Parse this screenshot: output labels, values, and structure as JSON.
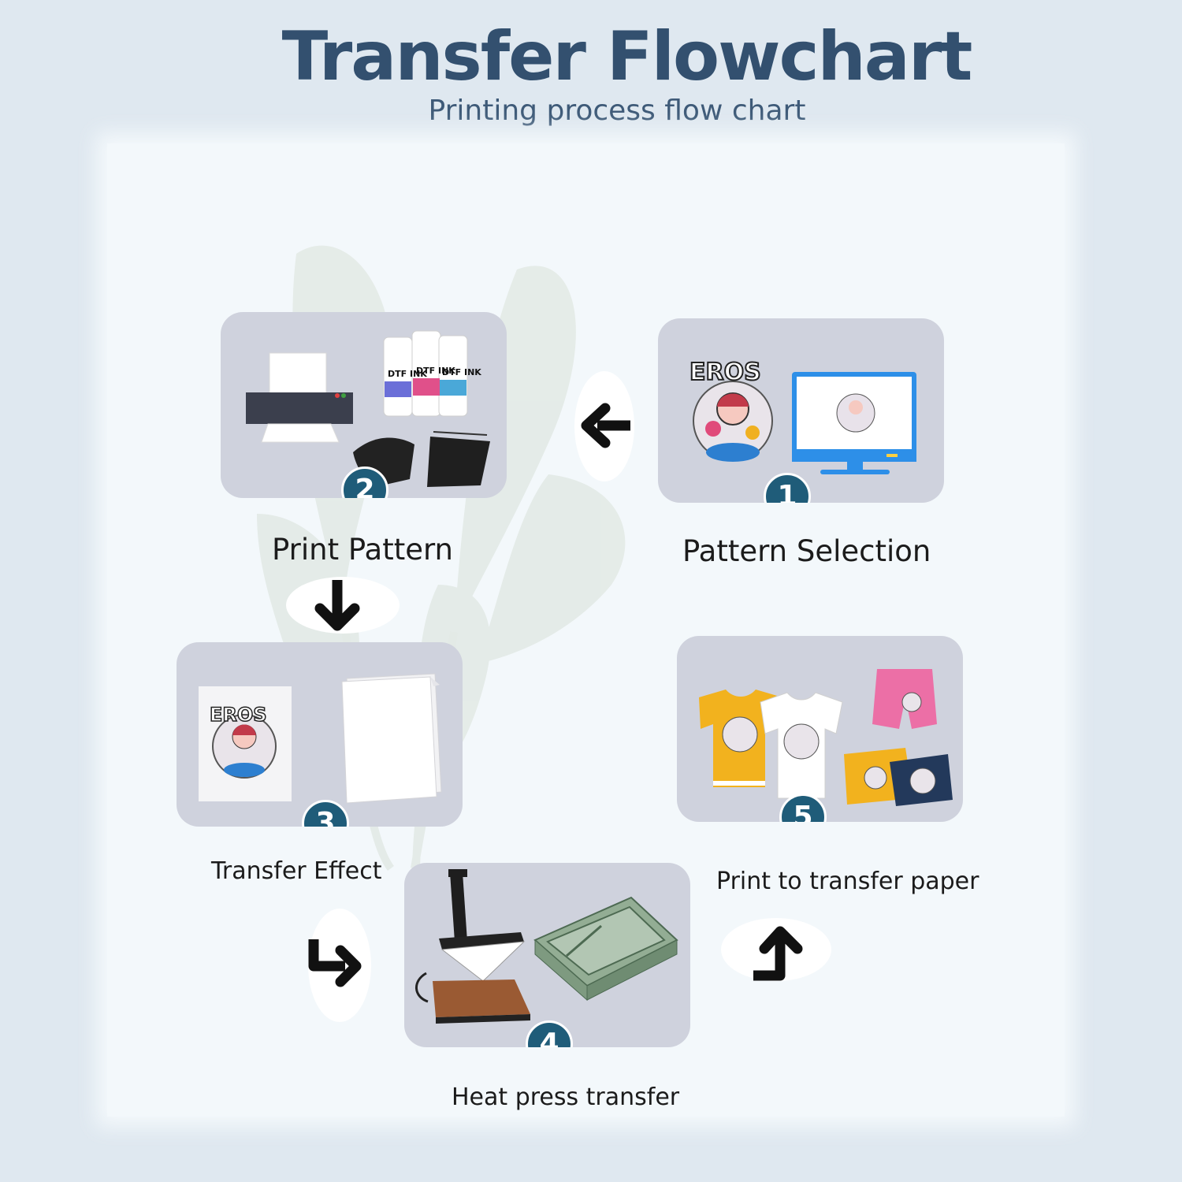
{
  "header": {
    "title": "Transfer Flowchart",
    "subtitle": "Printing process flow chart"
  },
  "steps": [
    {
      "number": "1",
      "label": "Pattern Selection"
    },
    {
      "number": "2",
      "label": "Print Pattern"
    },
    {
      "number": "3",
      "label": "Transfer Effect"
    },
    {
      "number": "4",
      "label": "Heat press transfer"
    },
    {
      "number": "5",
      "label": "Print to transfer paper"
    }
  ],
  "artwork": {
    "design_text": "EROS",
    "ink_bottle_text": "DTF INK"
  },
  "colors": {
    "title": "#33506f",
    "badge": "#1f5c79",
    "card": "#cfd2dd",
    "monitor": "#2d8fe8",
    "shirt_yellow": "#f2b21e",
    "shorts_pink": "#ec6fa6",
    "press_plate": "#9a5a33",
    "tray_green": "#93ad94"
  },
  "icons": [
    "left-arrow-icon",
    "down-arrow-icon",
    "curved-down-right-arrow-icon",
    "up-arrow-icon"
  ]
}
